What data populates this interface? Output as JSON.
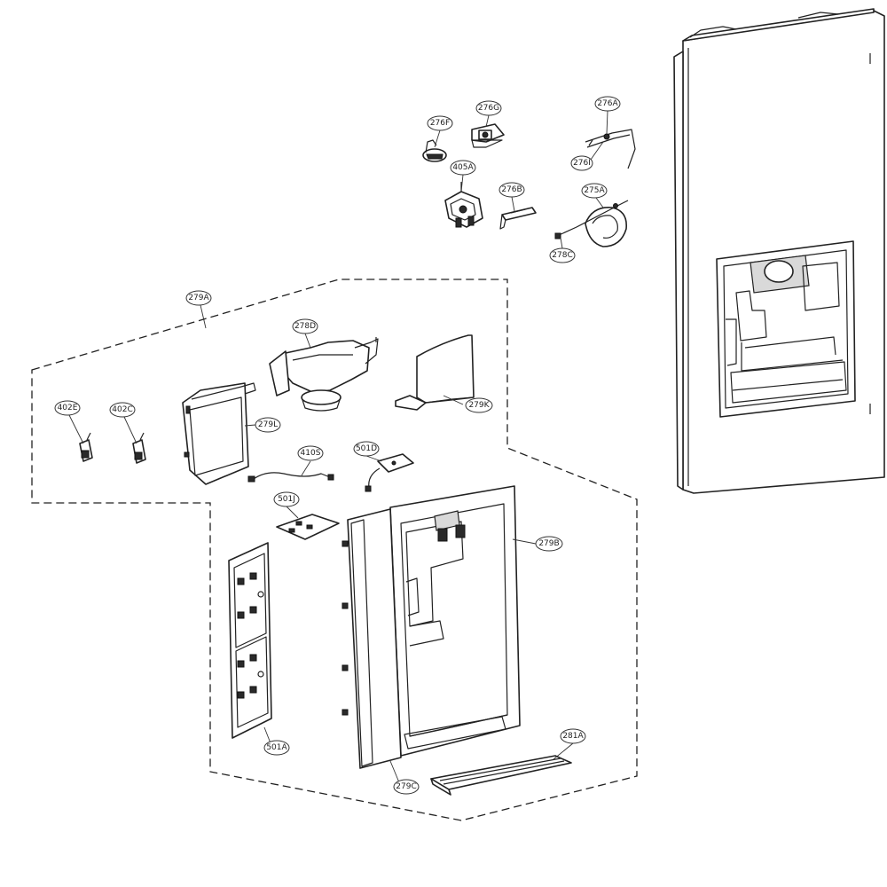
{
  "callouts": {
    "c276F": "276F",
    "c276G": "276G",
    "c276A": "276A",
    "c276I": "276I",
    "c405A": "405A",
    "c276B": "276B",
    "c275A": "275A",
    "c278C": "278C",
    "c279A": "279A",
    "c278D": "278D",
    "c279K": "279K",
    "c402E": "402E",
    "c402C": "402C",
    "c279L": "279L",
    "c410S": "410S",
    "c501D": "501D",
    "c501J": "501J",
    "c279B": "279B",
    "c501A": "501A",
    "c281A": "281A",
    "c279C": "279C"
  }
}
